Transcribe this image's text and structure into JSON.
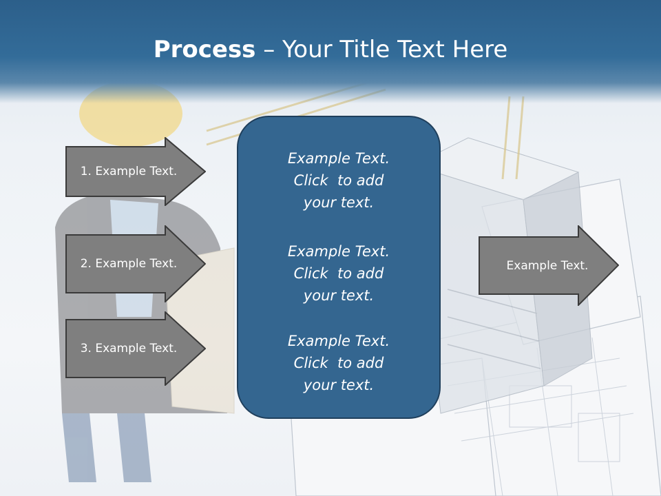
{
  "slide": {
    "title_bold": "Process",
    "title_rest": " – Your Title Text Here",
    "left_steps": [
      {
        "label": "1. Example Text."
      },
      {
        "label": "2. Example Text."
      },
      {
        "label": "3. Example Text."
      }
    ],
    "center_paragraphs": [
      {
        "lines": [
          "Example Text.",
          "Click  to add",
          "your text."
        ]
      },
      {
        "lines": [
          "Example Text.",
          "Click  to add",
          "your text."
        ]
      },
      {
        "lines": [
          "Example Text.",
          "Click  to add",
          "your text."
        ]
      }
    ],
    "right_arrow": {
      "label": "Example Text."
    }
  },
  "colors": {
    "header": "#336c99",
    "arrow_fill": "#7f7f7f",
    "arrow_border": "#3a3a3a",
    "center_box": "#346690",
    "text": "#ffffff"
  }
}
